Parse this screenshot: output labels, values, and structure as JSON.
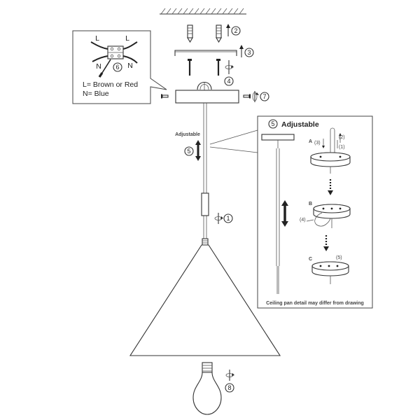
{
  "wiring_box": {
    "L_left": "L",
    "L_right": "L",
    "N_left": "N",
    "N_right": "N",
    "step": "6",
    "legend_l": "L= Brown or Red",
    "legend_n": "N= Blue"
  },
  "main": {
    "adjustable_label": "Adjustable",
    "steps": {
      "s1": "1",
      "s2": "2",
      "s3": "3",
      "s4": "4",
      "s5": "5",
      "s7": "7",
      "s8": "8"
    }
  },
  "detail_box": {
    "step": "5",
    "title": "Adjustable",
    "A": "A",
    "B": "B",
    "C": "C",
    "sub_1": "(1)",
    "sub_2": "(2)",
    "sub_3": "(3)",
    "sub_4": "(4)",
    "sub_5": "(5)",
    "footer": "Ceiling pan detail may differ from drawing"
  }
}
